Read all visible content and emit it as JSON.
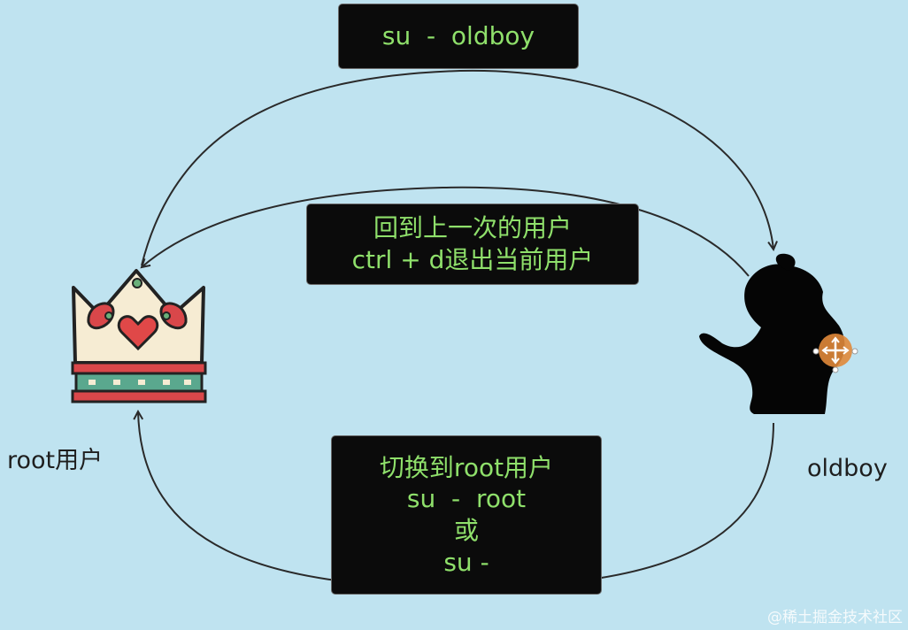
{
  "boxes": {
    "top": {
      "lines": [
        "su  -  oldboy"
      ]
    },
    "middle": {
      "lines": [
        "回到上一次的用户",
        "ctrl + d退出当前用户"
      ]
    },
    "bottom": {
      "lines": [
        "切换到root用户",
        "su  -  root",
        "或",
        "su -"
      ]
    }
  },
  "labels": {
    "root": "root用户",
    "oldboy": "oldboy"
  },
  "watermark": "@稀土掘金技术社区",
  "colors": {
    "background": "#bfe3f0",
    "box_bg": "#0b0b0b",
    "box_text": "#8fe06b",
    "arrow": "#2a2a2a"
  },
  "icons": {
    "root": "crown-icon",
    "oldboy": "woman-silhouette-icon"
  }
}
